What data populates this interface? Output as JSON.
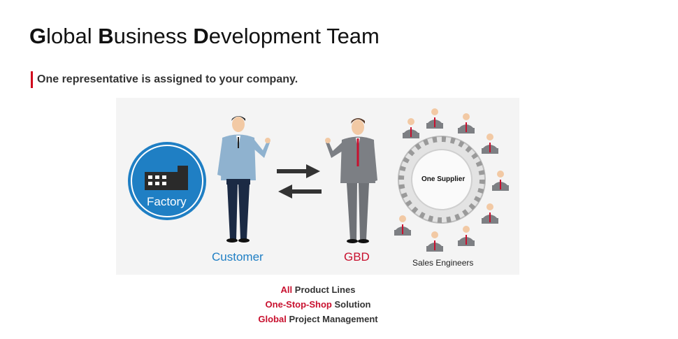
{
  "header": {
    "title_parts": [
      {
        "initial": "G",
        "rest": "lobal "
      },
      {
        "initial": "B",
        "rest": "usiness "
      },
      {
        "initial": "D",
        "rest": "evelopment Team"
      }
    ],
    "subtitle": "One representative is assigned to your company."
  },
  "diagram": {
    "factory_label": "Factory",
    "customer_label": "Customer",
    "gbd_label": "GBD",
    "supplier_label": "One Supplier",
    "sales_engineers_label": "Sales Engineers"
  },
  "benefits": [
    {
      "highlight": "All",
      "text": " Product Lines"
    },
    {
      "highlight": "One-Stop-Shop",
      "text": " Solution"
    },
    {
      "highlight": "Global",
      "text": " Project Management"
    }
  ],
  "colors": {
    "accent_red": "#c8102e",
    "customer_blue": "#1f7fc4",
    "factory_blue": "#1f7fc4"
  }
}
